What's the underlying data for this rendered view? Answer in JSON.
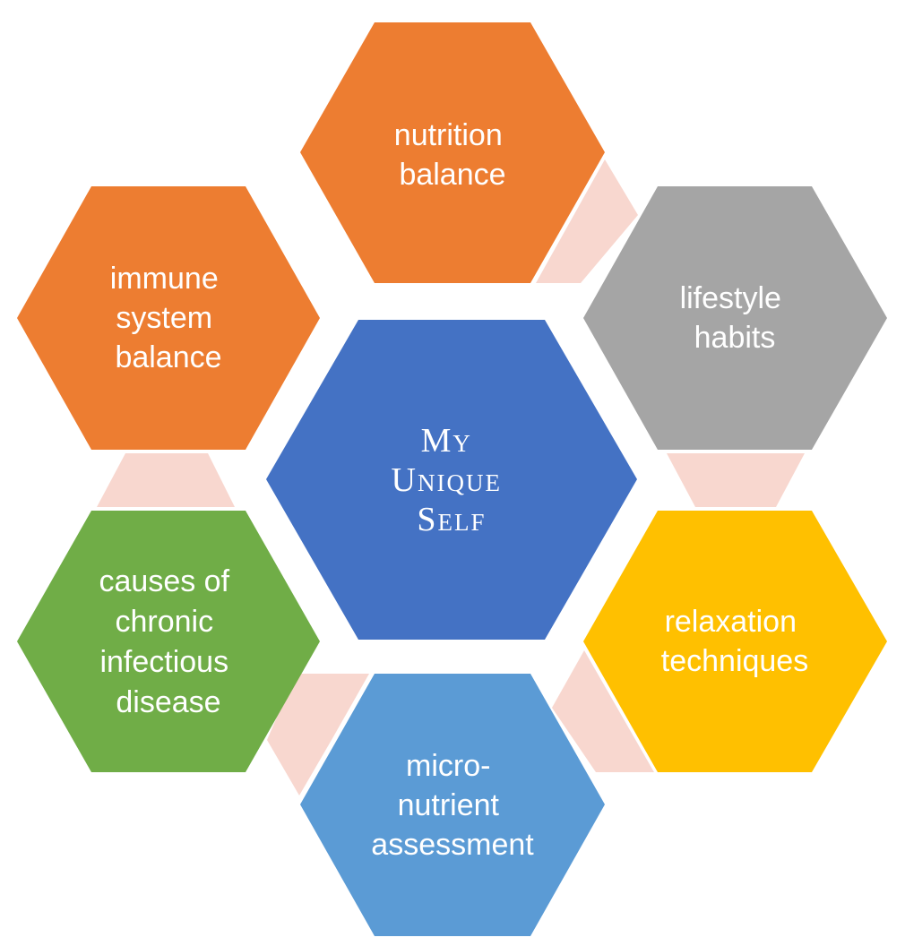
{
  "colors": {
    "orange": "#ed7d31",
    "gray": "#a5a5a5",
    "gold": "#ffc000",
    "light_blue": "#5b9bd5",
    "green": "#70ad47",
    "dark_blue": "#4472c4",
    "connector": "#f8d7cf",
    "text": "#ffffff"
  },
  "center": {
    "lines": [
      "My",
      "Unique",
      "Self"
    ],
    "color": "#4472c4"
  },
  "nodes": [
    {
      "id": "nutrition-balance",
      "lines": [
        "nutrition",
        "balance"
      ],
      "color": "#ed7d31"
    },
    {
      "id": "lifestyle-habits",
      "lines": [
        "lifestyle",
        "habits"
      ],
      "color": "#a5a5a5"
    },
    {
      "id": "relaxation-techniques",
      "lines": [
        "relaxation",
        "techniques"
      ],
      "color": "#ffc000"
    },
    {
      "id": "micronutrient-assessment",
      "lines": [
        "micro-",
        "nutrient",
        "assessment"
      ],
      "color": "#5b9bd5"
    },
    {
      "id": "causes-of-chronic-infectious-disease",
      "lines": [
        "causes of",
        "chronic",
        "infectious",
        "disease"
      ],
      "color": "#70ad47"
    },
    {
      "id": "immune-system-balance",
      "lines": [
        "immune",
        "system",
        "balance"
      ],
      "color": "#ed7d31"
    }
  ]
}
